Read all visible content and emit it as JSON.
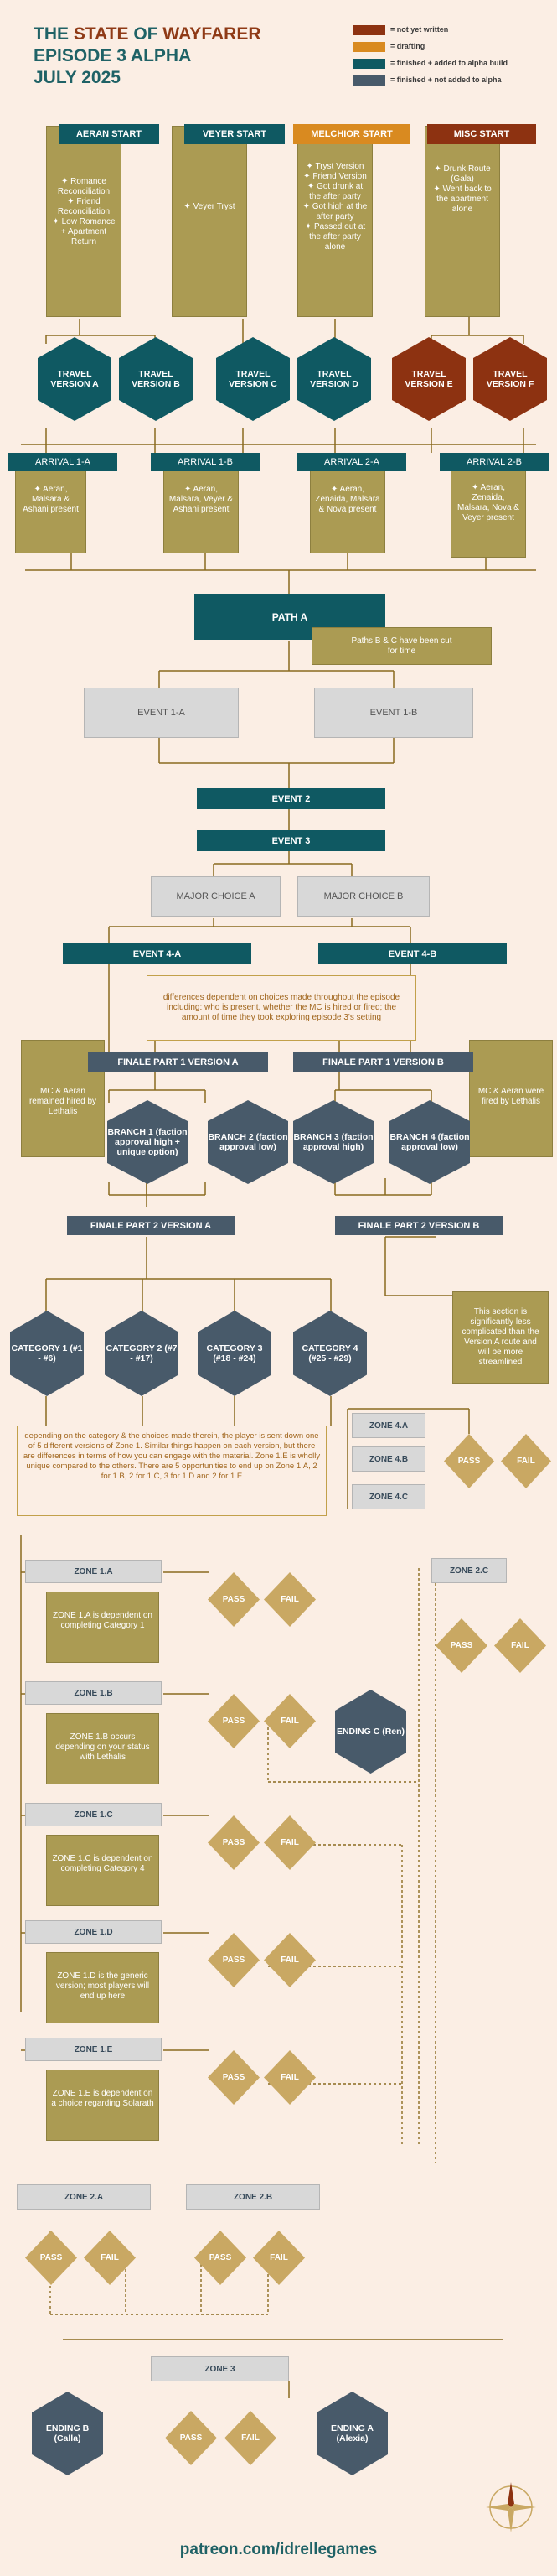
{
  "title": {
    "line1a": "THE ",
    "line1b": "STATE",
    "line1c": " OF ",
    "line1d": "WAYFARER",
    "line2": "EPISODE 3 ALPHA",
    "line3": "JULY 2025"
  },
  "legend": [
    {
      "label": "= not yet written",
      "color": "#8d3211"
    },
    {
      "label": "= drafting",
      "color": "#d98a20"
    },
    {
      "label": "= finished + added to alpha build",
      "color": "#0f5962"
    },
    {
      "label": "= finished + not added to alpha",
      "color": "#485a6a"
    }
  ],
  "starts": [
    {
      "label": "AERAN START",
      "items": "✦ Romance Reconciliation\n✦ Friend Reconciliation\n✦ Low Romance + Apartment Return"
    },
    {
      "label": "VEYER START",
      "items": "✦ Veyer Tryst"
    },
    {
      "label": "MELCHIOR START",
      "items": "✦ Tryst Version\n✦ Friend Version\n✦ Got drunk at the after party\n✦ Got high at the after party\n✦ Passed out at the after party alone"
    },
    {
      "label": "MISC START",
      "items": "✦ Drunk Route (Gala)\n✦ Went back to the apartment alone"
    }
  ],
  "travel": [
    "TRAVEL VERSION A",
    "TRAVEL VERSION B",
    "TRAVEL VERSION C",
    "TRAVEL VERSION D",
    "TRAVEL VERSION E",
    "TRAVEL VERSION F"
  ],
  "arrivals": [
    {
      "label": "ARRIVAL 1-A",
      "items": "✦ Aeran, Malsara & Ashani present"
    },
    {
      "label": "ARRIVAL 1-B",
      "items": "✦ Aeran, Malsara, Veyer & Ashani present"
    },
    {
      "label": "ARRIVAL 2-A",
      "items": "✦ Aeran, Zenaida, Malsara & Nova present"
    },
    {
      "label": "ARRIVAL 2-B",
      "items": "✦ Aeran, Zenaida, Malsara, Nova & Veyer present"
    }
  ],
  "path_a": "PATH A",
  "path_note": "Paths B & C have been cut for time",
  "event1a": "EVENT 1-A",
  "event1b": "EVENT 1-B",
  "event2": "EVENT 2",
  "event3": "EVENT 3",
  "major_a": "MAJOR CHOICE A",
  "major_b": "MAJOR CHOICE B",
  "event4a": "EVENT 4-A",
  "event4b": "EVENT 4-B",
  "differences_note": "differences dependent on choices made throughout the episode including: who is present, whether the MC is hired or fired; the amount of time they took exploring episode 3's setting",
  "finale1a": "FINALE PART 1 VERSION A",
  "finale1b": "FINALE PART 1 VERSION B",
  "mc_hired": "MC & Aeran remained hired by Lethalis",
  "mc_fired": "MC & Aeran were fired by Lethalis",
  "branches": [
    "BRANCH 1 (faction approval high + unique option)",
    "BRANCH 2 (faction approval low)",
    "BRANCH 3 (faction approval high)",
    "BRANCH 4 (faction approval low)"
  ],
  "finale2a": "FINALE PART 2 VERSION A",
  "finale2b": "FINALE PART 2 VERSION B",
  "b_note": "This section is significantly less complicated than the Version A route and will be more streamlined",
  "categories": [
    "CATEGORY 1 (#1 - #6)",
    "CATEGORY 2 (#7 - #17)",
    "CATEGORY 3 (#18 - #24)",
    "CATEGORY 4 (#25 - #29)"
  ],
  "category_note": "depending on the category & the choices made therein, the player is sent down one of 5 different versions of Zone 1. Similar things happen on each version, but there are differences in terms of how you can engage with the material. Zone 1.E is wholly unique compared to the others. There are 5 opportunities to end up on Zone 1.A, 2 for 1.B, 2 for 1.C, 3 for 1.D and 2 for 1.E",
  "zone4": [
    "ZONE 4.A",
    "ZONE 4.B",
    "ZONE 4.C"
  ],
  "zone2c": "ZONE 2.C",
  "pass": "PASS",
  "fail": "FAIL",
  "zone1": [
    {
      "label": "ZONE 1.A",
      "desc": "ZONE 1.A is dependent on completing Category 1"
    },
    {
      "label": "ZONE 1.B",
      "desc": "ZONE 1.B occurs depending on your status with Lethalis"
    },
    {
      "label": "ZONE 1.C",
      "desc": "ZONE 1.C is dependent on completing Category 4"
    },
    {
      "label": "ZONE 1.D",
      "desc": "ZONE 1.D is the generic version; most players will end up here"
    },
    {
      "label": "ZONE 1.E",
      "desc": "ZONE 1.E is dependent on a choice regarding Solarath"
    }
  ],
  "ending_c": "ENDING C (Ren)",
  "zone2a": "ZONE 2.A",
  "zone2b": "ZONE 2.B",
  "zone3": "ZONE 3",
  "ending_b": "ENDING B (Calla)",
  "ending_a": "ENDING A (Alexia)",
  "footer": "patreon.com/idrellegames"
}
